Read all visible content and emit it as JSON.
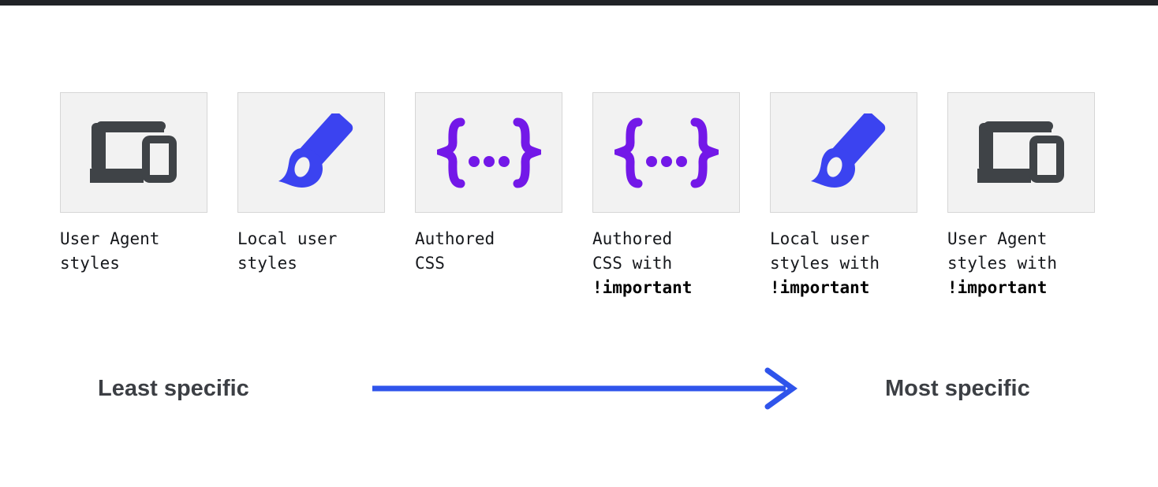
{
  "page": {
    "title": "CSS specificity cascade order",
    "background": "#ffffff",
    "top_bar_color": "#212327"
  },
  "colors": {
    "icon_dark": "#3f4347",
    "icon_blue": "#3b43f0",
    "icon_purple": "#7318e8",
    "arrow_blue": "#2f54eb",
    "card_bg": "#f2f2f2",
    "card_border": "#d6d6d6",
    "label_text": "#16181c",
    "scale_text": "#3c3f44"
  },
  "cards": [
    {
      "icon": "devices-icon",
      "icon_color": "#3f4347",
      "label_main": "User Agent\nstyles",
      "label_important": ""
    },
    {
      "icon": "paint-brush-icon",
      "icon_color": "#3b43f0",
      "label_main": "Local user\nstyles",
      "label_important": ""
    },
    {
      "icon": "curly-braces-icon",
      "icon_color": "#7318e8",
      "label_main": "Authored\nCSS",
      "label_important": ""
    },
    {
      "icon": "curly-braces-icon",
      "icon_color": "#7318e8",
      "label_main": "Authored\nCSS with\n",
      "label_important": "!important"
    },
    {
      "icon": "paint-brush-icon",
      "icon_color": "#3b43f0",
      "label_main": "Local user\nstyles with\n",
      "label_important": "!important"
    },
    {
      "icon": "devices-icon",
      "icon_color": "#3f4347",
      "label_main": "User Agent\nstyles with\n",
      "label_important": "!important"
    }
  ],
  "scale": {
    "least_label": "Least specific",
    "most_label": "Most specific",
    "arrow_direction": "right",
    "arrow_color": "#2f54eb"
  }
}
